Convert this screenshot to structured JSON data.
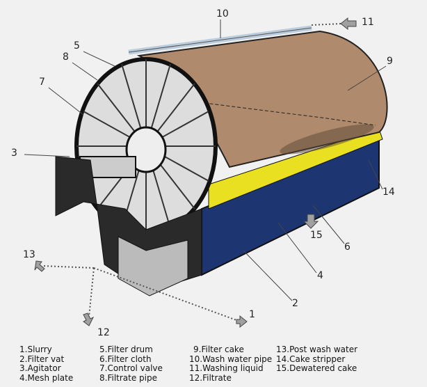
{
  "title_callouts": [
    "1",
    "2",
    "3",
    "4",
    "5",
    "6",
    "7",
    "8",
    "9",
    "10",
    "11",
    "12",
    "13",
    "14",
    "15"
  ],
  "legend": {
    "col1": [
      "1.Slurry",
      "2.Filter vat",
      "3.Agitator",
      "4.Mesh plate"
    ],
    "col2": [
      "5.Filter drum",
      "6.Filter cloth",
      "7.Control valve",
      "8.Filtrate pipe"
    ],
    "col3": [
      "9.Filter cake",
      "10.Wash water pipe",
      "11.Washing liquid",
      "12.Filtrate"
    ],
    "col4": [
      "13.Post wash water",
      "14.Cake stripper",
      "15.Dewatered cake"
    ]
  },
  "colors": {
    "cake": "#b08a6c",
    "vat_yellow": "#e8e020",
    "vat_blue": "#1d3570",
    "frame": "#2a2a2a",
    "background": "#f1f1f1"
  }
}
